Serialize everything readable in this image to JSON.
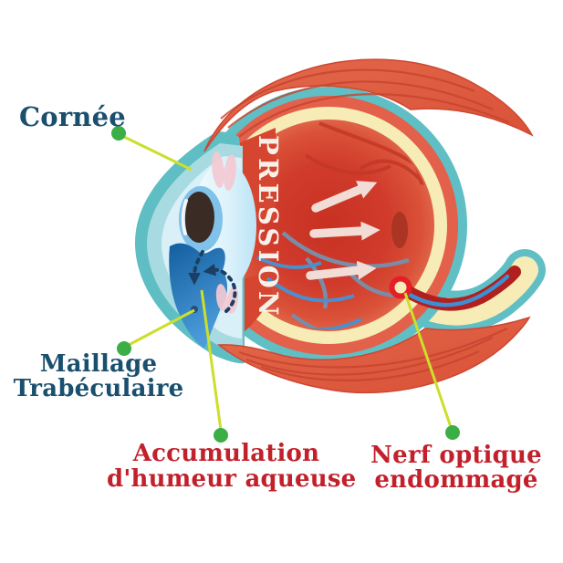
{
  "diagram": {
    "pressure_text": "PRESSION",
    "labels": {
      "cornea": {
        "text": "Cornée"
      },
      "trabecular": {
        "line1": "Maillage",
        "line2": "Trabéculaire"
      },
      "aqueous": {
        "line1": "Accumulation",
        "line2": "d'humeur aqueuse"
      },
      "optic_nerve": {
        "line1": "Nerf optique",
        "line2": "endommagé"
      }
    },
    "colors": {
      "label_blue": "#1A4F6E",
      "label_red": "#C2202B",
      "leader_line": "#CCDF2A",
      "marker_dot": "#3CAE46",
      "sclera_teal": "#5FBFC4",
      "sclera_orange": "#E3604A",
      "choroid_cream": "#F7ECB6",
      "interior_red": "#CE3727",
      "muscle_red": "#DC5940",
      "aqueous_blue": "#1B6CAD",
      "nerve_core_red": "#B11F1E",
      "nerve_vessel_blue": "#3E8ED4",
      "pressure_arrow_pink": "#F2DCD6",
      "pression_text_color": "#F8F1EA",
      "damaged_ring_red": "#E61E28"
    }
  }
}
